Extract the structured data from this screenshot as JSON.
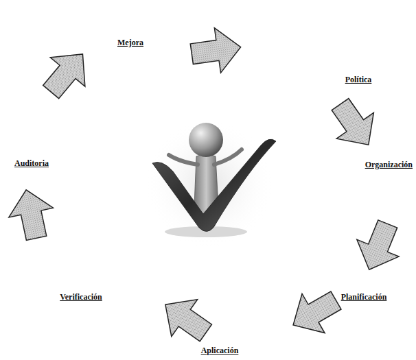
{
  "diagram": {
    "labels": [
      "Política",
      "Organización",
      "Planificación",
      "Aplicación",
      "Verificación",
      "Auditoria",
      "Mejora"
    ]
  }
}
